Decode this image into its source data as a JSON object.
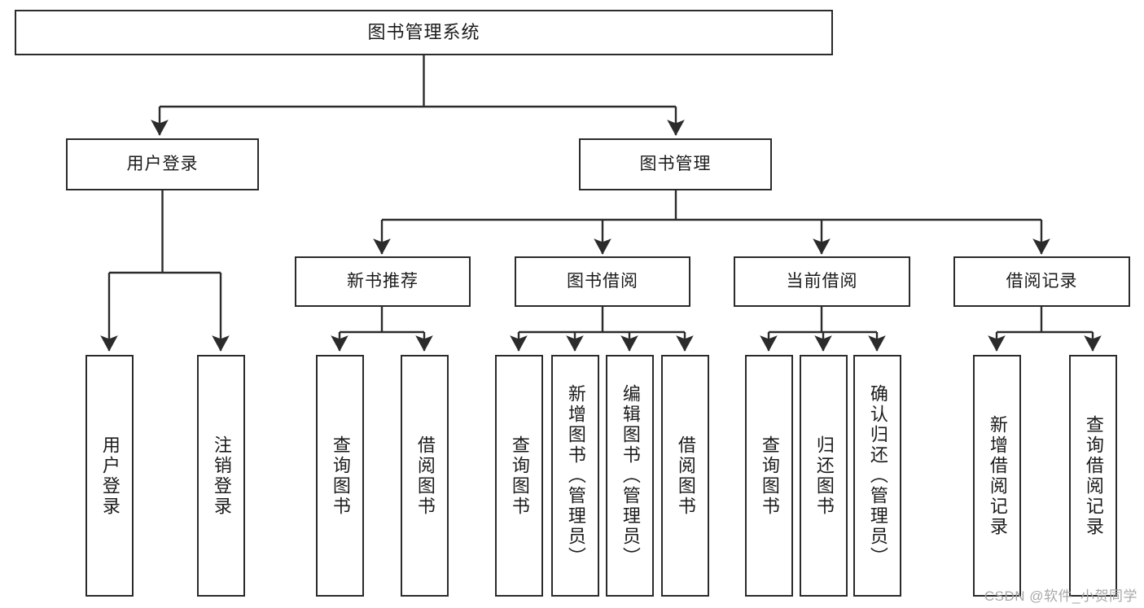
{
  "diagram": {
    "title": "图书管理系统",
    "type": "hierarchy-tree",
    "line_color": "#2b2b2b",
    "box_fill": "#ffffff",
    "text_color": "#1b1b1b"
  },
  "nodes": {
    "root": {
      "label": "图书管理系统"
    },
    "level2": [
      {
        "label": "用户登录"
      },
      {
        "label": "图书管理"
      }
    ],
    "level3": [
      {
        "label": "新书推荐"
      },
      {
        "label": "图书借阅"
      },
      {
        "label": "当前借阅"
      },
      {
        "label": "借阅记录"
      }
    ],
    "leaves": {
      "user_login": [
        {
          "label": "用户登录"
        },
        {
          "label": "注销登录"
        }
      ],
      "new_book_recommend": [
        {
          "label": "查询图书"
        },
        {
          "label": "借阅图书"
        }
      ],
      "book_borrow": [
        {
          "label": "查询图书"
        },
        {
          "label": "新增图书（管理员）"
        },
        {
          "label": "编辑图书（管理员）"
        },
        {
          "label": "借阅图书"
        }
      ],
      "current_borrow": [
        {
          "label": "查询图书"
        },
        {
          "label": "归还图书"
        },
        {
          "label": "确认归还（管理员）"
        }
      ],
      "borrow_record": [
        {
          "label": "新增借阅记录"
        },
        {
          "label": "查询借阅记录"
        }
      ]
    }
  },
  "watermark": {
    "text": "CSDN @软件_小贺同学",
    "color": "#a8a8a8"
  }
}
